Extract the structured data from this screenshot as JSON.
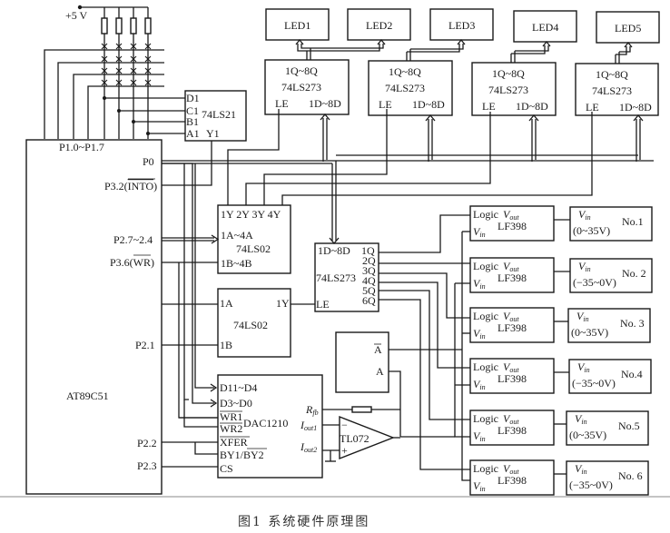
{
  "power": {
    "label": "+5 V"
  },
  "mcu": {
    "name": "AT89C51",
    "pins": {
      "p1": "P1.0~P1.7",
      "p0": "P0",
      "p32_prefix": "P3.2(",
      "p32_bar": "INTO",
      "p32_suffix": ")",
      "p27": "P2.7~2.4",
      "p36_prefix": "P3.6(",
      "p36_bar": "WR",
      "p36_suffix": ")",
      "p21": "P2.1",
      "p22": "P2.2",
      "p23": "P2.3"
    }
  },
  "and_gate": {
    "name": "74LS21",
    "pins": [
      "D1",
      "C1",
      "B1",
      "A1"
    ],
    "out": "Y1"
  },
  "leds": [
    "LED1",
    "LED2",
    "LED3",
    "LED4",
    "LED5"
  ],
  "latch": {
    "q": "1Q~8Q",
    "name": "74LS273",
    "le": "LE",
    "d": "1D~8D"
  },
  "nor1": {
    "outs": "1Y 2Y 3Y 4Y",
    "a": "1A~4A",
    "name": "74LS02",
    "b": "1B~4B"
  },
  "nor2": {
    "a": "1A",
    "y": "1Y",
    "name": "74LS02",
    "b": "1B"
  },
  "latch6": {
    "d": "1D~8D",
    "name": "74LS273",
    "le": "LE",
    "outs": [
      "1Q",
      "2Q",
      "3Q",
      "4Q",
      "5Q",
      "6Q"
    ]
  },
  "inverter": {
    "abar": "A",
    "a": "A"
  },
  "dac": {
    "d_hi": "D11~D4",
    "d_lo": "D3~D0",
    "wr1": "WR1",
    "wr2": "WR2",
    "name": "DAC1210",
    "xfer": "XFER",
    "by": "BY1/",
    "by2": "BY2",
    "cs": "CS",
    "rfb": "R",
    "rfb_sub": "fb",
    "iout1": "I",
    "iout1_sub": "out1",
    "iout2": "I",
    "iout2_sub": "out2"
  },
  "opamp": {
    "name": "TL072",
    "minus": "−",
    "plus": "+"
  },
  "sample_hold": {
    "logic": "Logic",
    "vout": "V",
    "vout_sub": "out",
    "vin": "V",
    "vin_sub": "in",
    "name": "LF398"
  },
  "channels": [
    {
      "range": "(0~35V)",
      "no": "No.1"
    },
    {
      "range": "(−35~0V)",
      "no": "No. 2"
    },
    {
      "range": "(0~35V)",
      "no": "No. 3"
    },
    {
      "range": "(−35~0V)",
      "no": "No.4"
    },
    {
      "range": "(0~35V)",
      "no": "No.5"
    },
    {
      "range": "(−35~0V)",
      "no": "No. 6"
    }
  ],
  "channel_vin": {
    "v": "V",
    "sub": "in"
  },
  "caption": "图1   系统硬件原理图"
}
